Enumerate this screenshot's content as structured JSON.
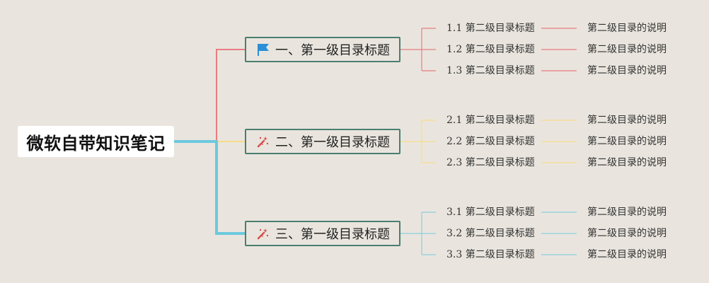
{
  "root": {
    "label": "微软自带知识笔记"
  },
  "sections": [
    {
      "title": "一、第一级目录标题",
      "icon": "flag-icon",
      "color": "#e87c80",
      "items": [
        {
          "title": "1.1 第二级目录标题",
          "desc": "第二级目录的说明"
        },
        {
          "title": "1.2 第二级目录标题",
          "desc": "第二级目录的说明"
        },
        {
          "title": "1.3 第二级目录标题",
          "desc": "第二级目录的说明"
        }
      ]
    },
    {
      "title": "二、第一级目录标题",
      "icon": "sparkle-icon",
      "color": "#f7dc8c",
      "items": [
        {
          "title": "2.1 第二级目录标题",
          "desc": "第二级目录的说明"
        },
        {
          "title": "2.2 第二级目录标题",
          "desc": "第二级目录的说明"
        },
        {
          "title": "2.3 第二级目录标题",
          "desc": "第二级目录的说明"
        }
      ]
    },
    {
      "title": "三、第一级目录标题",
      "icon": "sparkle-icon",
      "color": "#8dcfdf",
      "items": [
        {
          "title": "3.1 第二级目录标题",
          "desc": "第二级目录的说明"
        },
        {
          "title": "3.2 第二级目录标题",
          "desc": "第二级目录的说明"
        },
        {
          "title": "3.3 第二级目录标题",
          "desc": "第二级目录的说明"
        }
      ]
    }
  ],
  "colors": {
    "background": "#e9e5de",
    "node_border": "#4a7e6f",
    "root_trunk": "#6cc9dd",
    "flag_icon": "#2a8fd8",
    "sparkle_icon": "#d94a4a"
  }
}
